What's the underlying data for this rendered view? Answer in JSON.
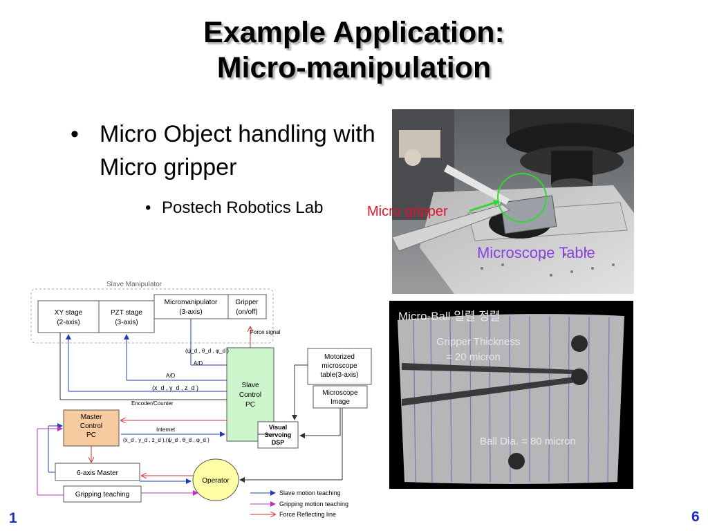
{
  "slide": {
    "title_line1": "Example Application:",
    "title_line2": "Micro-manipulation",
    "bullet_main": "Micro Object handling with Micro gripper",
    "bullet_sub": "Postech Robotics Lab",
    "left_number": "1",
    "page_number": "6"
  },
  "photo": {
    "gripper_label": "Micro gripper",
    "table_label": "Microscope Table"
  },
  "micro_image": {
    "heading": "Micro-Ball 일렬 정렬",
    "thickness_line1": "Gripper Thickness",
    "thickness_line2": "= 20 micron",
    "ball_dia": "Ball Dia. = 80 micron"
  },
  "diagram": {
    "slave_manipulator": "Slave Manipulator",
    "xy_stage_1": "XY stage",
    "xy_stage_2": "(2-axis)",
    "pzt_stage_1": "PZT stage",
    "pzt_stage_2": "(3-axis)",
    "micromanip_1": "Micromanipulator",
    "micromanip_2": "(3-axis)",
    "gripper_1": "Gripper",
    "gripper_2": "(on/off)",
    "force_signal": "Force signal",
    "ad_1": "A/D",
    "ad_2": "A/D",
    "encoder": "Encoder/Counter",
    "xyz": "(x_d , y_d , z_d )",
    "psi": "(ψ_d , θ_d , φ_d )",
    "slave_pc_1": "Slave",
    "slave_pc_2": "Control",
    "slave_pc_3": "PC",
    "motor_1": "Motorized",
    "motor_2": "microscope",
    "motor_3": "table(3-axis)",
    "micro_image_1": "Microscope",
    "micro_image_2": "Image",
    "master_1": "Master",
    "master_2": "Control",
    "master_3": "PC",
    "internet": "Internet",
    "internet_vals": "(x_d , y_d , z_d ),(ψ_d , θ_d , φ_d )",
    "visual_1": "Visual",
    "visual_2": "Servoing",
    "visual_3": "DSP",
    "six_axis": "6-axis Master",
    "grip_teach": "Gripping teaching",
    "operator": "Operator",
    "legend_slave": "Slave motion teaching",
    "legend_grip": "Gripping motion teaching",
    "legend_force": "Force Reflecting line"
  },
  "colors": {
    "title": "#000000",
    "page_number": "#1a2ad0",
    "gripper_label": "#e01030",
    "table_label": "#8a3fe0",
    "arrow_blue": "#1f3fb0",
    "arrow_magenta": "#c030c0",
    "arrow_red": "#d03030",
    "master_box": "#f7caa0",
    "slave_box": "#ccf5cc",
    "operator": "#ffffa8"
  }
}
